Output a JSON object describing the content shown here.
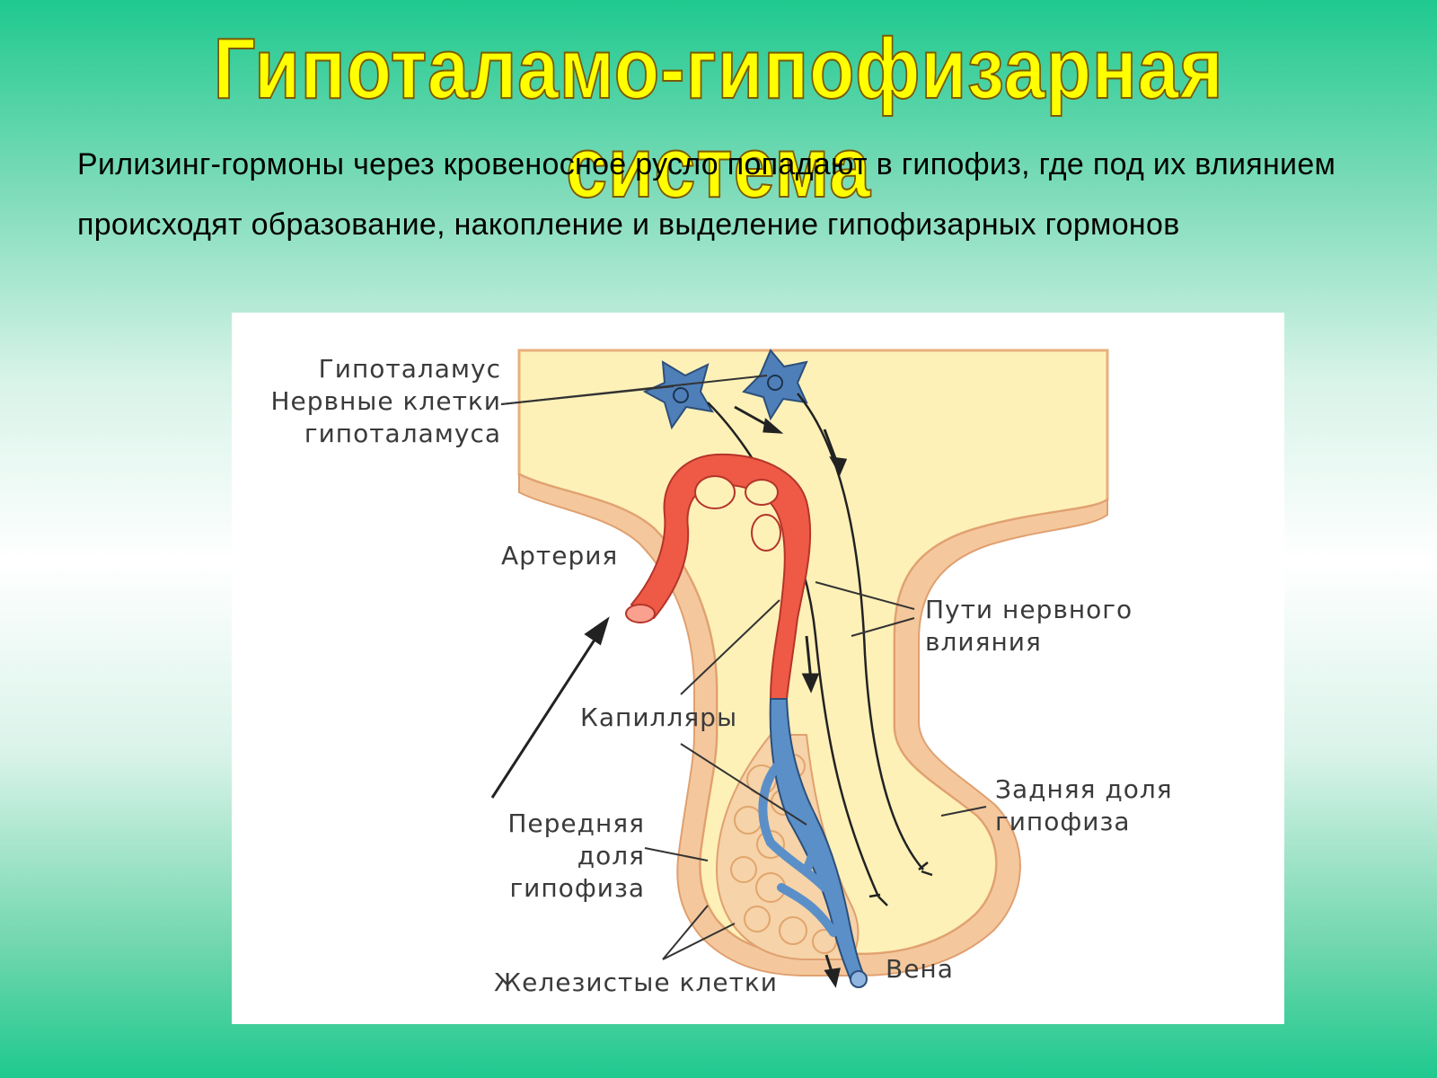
{
  "slide": {
    "title": "Гипоталамо-гипофизарная система",
    "text": "Рилизинг-гормоны через кровеносное русло попадают в гипофиз, где под их влиянием происходят образование, накопление и выделение гипофизарных гормонов"
  },
  "diagram": {
    "labels": {
      "hypothalamus": "Гипоталамус",
      "nerve_cells_line1": "Нервные клетки",
      "nerve_cells_line2": "гипоталамуса",
      "artery": "Артерия",
      "neural_paths_line1": "Пути нервного",
      "neural_paths_line2": "влияния",
      "capillaries": "Капилляры",
      "posterior_lobe_line1": "Задняя доля",
      "posterior_lobe_line2": "гипофиза",
      "anterior_lobe_line1": "Передняя",
      "anterior_lobe_line2": "доля",
      "anterior_lobe_line3": "гипофиза",
      "glandular_cells": "Железистые клетки",
      "vein": "Вена"
    },
    "colors": {
      "tissue_fill": "#fdf1b8",
      "tissue_outer": "#f2c79a",
      "artery": "#ee5a45",
      "vein": "#5b8fc8",
      "neuron": "#4f7fb8"
    }
  }
}
